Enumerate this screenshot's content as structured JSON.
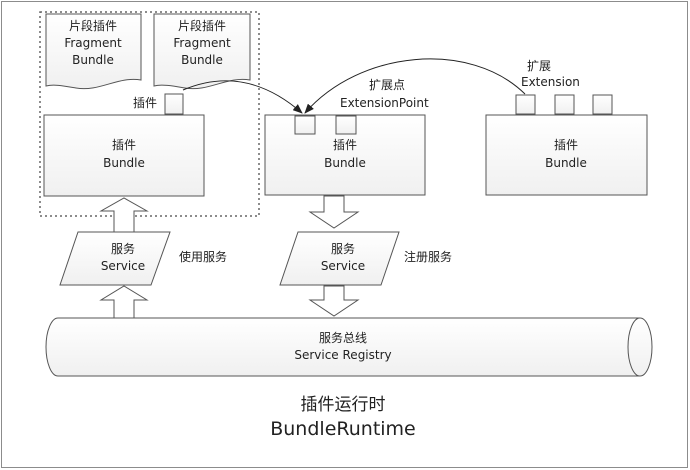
{
  "diagram": {
    "fragments": [
      {
        "name_zh": "片段插件",
        "name_en": "Fragment",
        "name_en2": "Bundle"
      },
      {
        "name_zh": "片段插件",
        "name_en": "Fragment",
        "name_en2": "Bundle"
      }
    ],
    "bundles": [
      {
        "name_zh": "插件",
        "name_en": "Bundle"
      },
      {
        "name_zh": "插件",
        "name_en": "Bundle"
      },
      {
        "name_zh": "插件",
        "name_en": "Bundle"
      }
    ],
    "plugin_port_label": "插件",
    "extension_point": {
      "label_zh": "扩展点",
      "label_en": "ExtensionPoint"
    },
    "extension": {
      "label_zh": "扩展",
      "label_en": "Extension"
    },
    "services": [
      {
        "name_zh": "服务",
        "name_en": "Service",
        "action": "使用服务"
      },
      {
        "name_zh": "服务",
        "name_en": "Service",
        "action": "注册服务"
      }
    ],
    "registry": {
      "name_zh": "服务总线",
      "name_en": "Service Registry"
    },
    "runtime": {
      "title_zh": "插件运行时",
      "title_en": "BundleRuntime"
    }
  }
}
